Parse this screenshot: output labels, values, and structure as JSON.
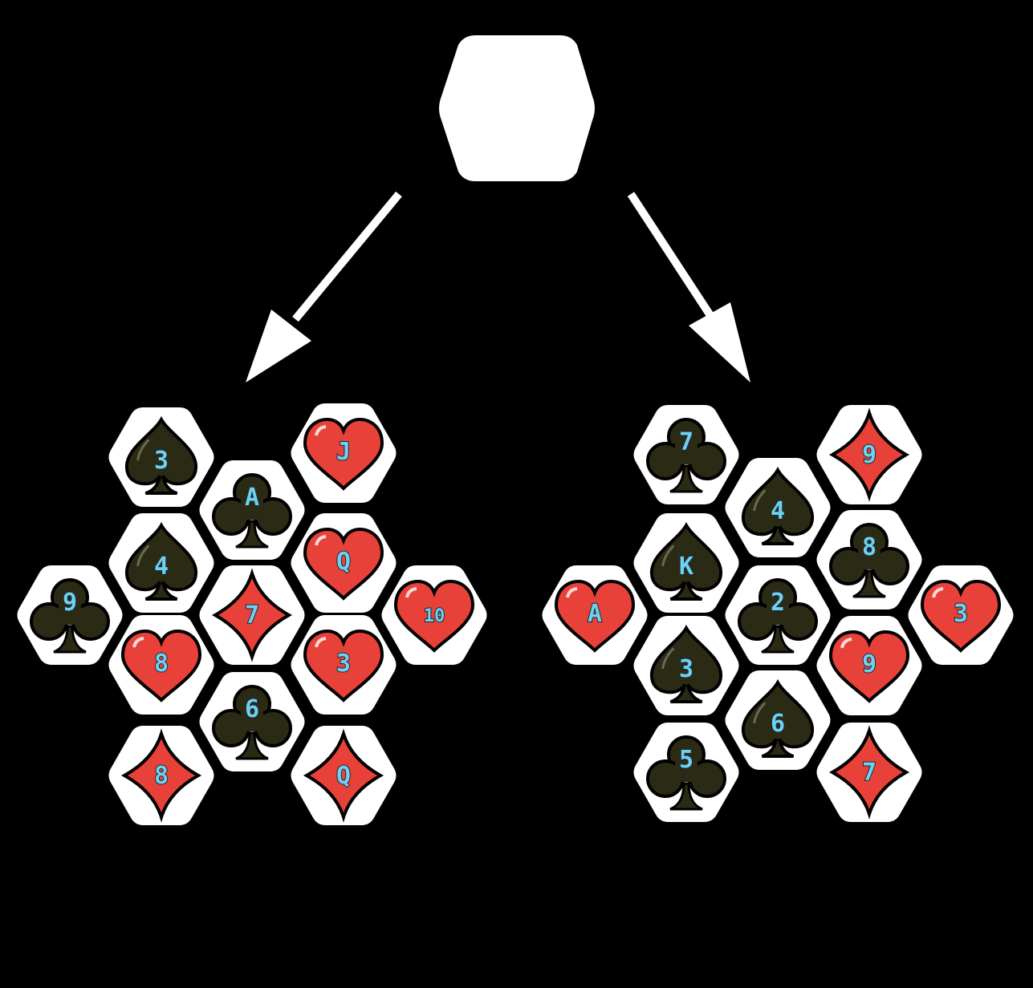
{
  "source_tile": {
    "label": ""
  },
  "colors": {
    "background": "#000000",
    "tile": "#ffffff",
    "arrow": "#ffffff",
    "dark_suit": "#2b2a14",
    "red_suit": "#e8413a",
    "rank_fill": "#6fd0ef",
    "rank_stroke": "#1a2a35"
  },
  "boards": [
    {
      "name": "left-board",
      "tiles": [
        {
          "suit": "spade",
          "rank": "3"
        },
        {
          "suit": "heart",
          "rank": "J"
        },
        {
          "suit": "club",
          "rank": "A"
        },
        {
          "suit": "spade",
          "rank": "4"
        },
        {
          "suit": "heart",
          "rank": "Q"
        },
        {
          "suit": "club",
          "rank": "9"
        },
        {
          "suit": "diamond",
          "rank": "7"
        },
        {
          "suit": "heart",
          "rank": "10"
        },
        {
          "suit": "heart",
          "rank": "8"
        },
        {
          "suit": "heart",
          "rank": "3"
        },
        {
          "suit": "club",
          "rank": "6"
        },
        {
          "suit": "diamond",
          "rank": "8"
        },
        {
          "suit": "diamond",
          "rank": "Q"
        }
      ]
    },
    {
      "name": "right-board",
      "tiles": [
        {
          "suit": "club",
          "rank": "7"
        },
        {
          "suit": "diamond",
          "rank": "9"
        },
        {
          "suit": "spade",
          "rank": "4"
        },
        {
          "suit": "spade",
          "rank": "K"
        },
        {
          "suit": "club",
          "rank": "8"
        },
        {
          "suit": "heart",
          "rank": "A"
        },
        {
          "suit": "club",
          "rank": "2"
        },
        {
          "suit": "heart",
          "rank": "3"
        },
        {
          "suit": "spade",
          "rank": "3"
        },
        {
          "suit": "heart",
          "rank": "9"
        },
        {
          "suit": "spade",
          "rank": "6"
        },
        {
          "suit": "club",
          "rank": "5"
        },
        {
          "suit": "diamond",
          "rank": "7"
        }
      ]
    }
  ]
}
